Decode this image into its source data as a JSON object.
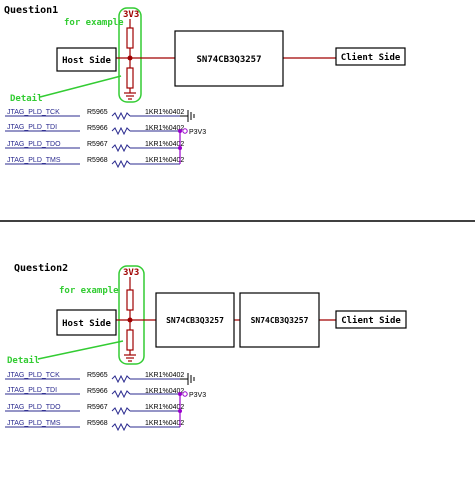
{
  "colors": {
    "wire": "#a00000",
    "box": "#000000",
    "highlight": "#33cc33",
    "jtag": "#2b2b8f",
    "net": "#9900cc"
  },
  "question1": {
    "title": "Question1",
    "for_example": "for example",
    "rail": "3V3",
    "detail": "Detail",
    "host": "Host Side",
    "switch": "SN74CB3Q3257",
    "client": "Client Side"
  },
  "question2": {
    "title": "Question2",
    "for_example": "for example",
    "rail": "3V3",
    "detail": "Detail",
    "host": "Host Side",
    "switch_a": "SN74CB3Q3257",
    "switch_b": "SN74CB3Q3257",
    "client": "Client Side"
  },
  "jtag": {
    "net_label": "P3V3",
    "rows": [
      {
        "signal": "JTAG_PLD_TCK",
        "ref": "R5965",
        "value": "1KR1%0402"
      },
      {
        "signal": "JTAG_PLD_TDI",
        "ref": "R5966",
        "value": "1KR1%0402"
      },
      {
        "signal": "JTAG_PLD_TDO",
        "ref": "R5967",
        "value": "1KR1%0402"
      },
      {
        "signal": "JTAG_PLD_TMS",
        "ref": "R5968",
        "value": "1KR1%0402"
      }
    ]
  }
}
